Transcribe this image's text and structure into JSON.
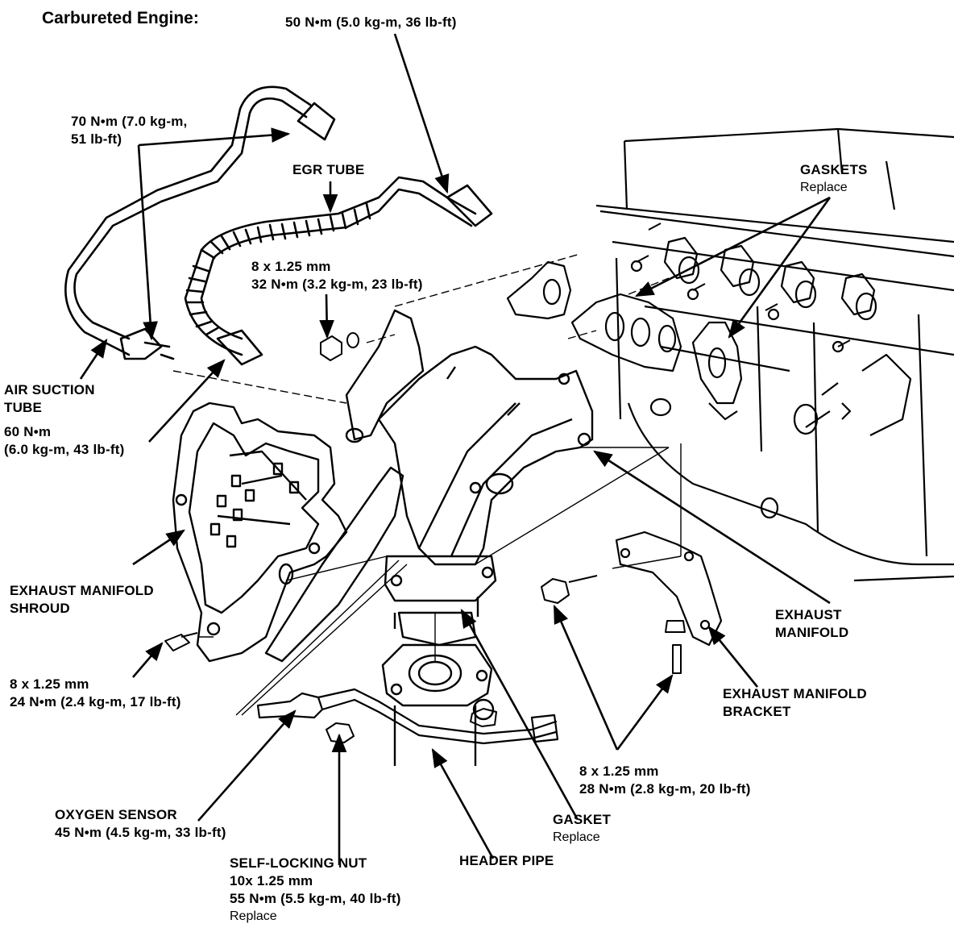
{
  "title": "Carbureted Engine:",
  "labels": {
    "egr_union_torque": "50 N•m (5.0 kg-m, 36 lb-ft)",
    "air_suction_torque": [
      "70 N•m (7.0 kg-m,",
      "51 lb-ft)"
    ],
    "egr_tube": "EGR TUBE",
    "gaskets": "GASKETS",
    "gaskets_note": "Replace",
    "stud_nut": [
      "8 x 1.25 mm",
      "32 N•m (3.2 kg-m, 23 lb-ft)"
    ],
    "air_suction_tube": [
      "AIR SUCTION",
      "TUBE"
    ],
    "egr_lower_torque": [
      "60 N•m",
      "(6.0 kg-m, 43 lb-ft)"
    ],
    "shroud": [
      "EXHAUST MANIFOLD",
      "SHROUD"
    ],
    "shroud_bolt": [
      "8 x 1.25 mm",
      "24 N•m (2.4 kg-m, 17 lb-ft)"
    ],
    "exhaust_manifold": [
      "EXHAUST",
      "MANIFOLD"
    ],
    "bracket": [
      "EXHAUST MANIFOLD",
      "BRACKET"
    ],
    "bracket_bolts": [
      "8 x 1.25 mm",
      "28 N•m (2.8 kg-m, 20 lb-ft)"
    ],
    "oxygen_sensor": [
      "OXYGEN SENSOR",
      "45 N•m (4.5 kg-m, 33 lb-ft)"
    ],
    "gasket": "GASKET",
    "gasket_note": "Replace",
    "header_pipe": "HEADER PIPE",
    "self_locking_nut": [
      "SELF-LOCKING NUT",
      "10x 1.25 mm",
      "55 N•m (5.5 kg-m, 40 lb-ft)"
    ],
    "self_locking_nut_note": "Replace"
  }
}
